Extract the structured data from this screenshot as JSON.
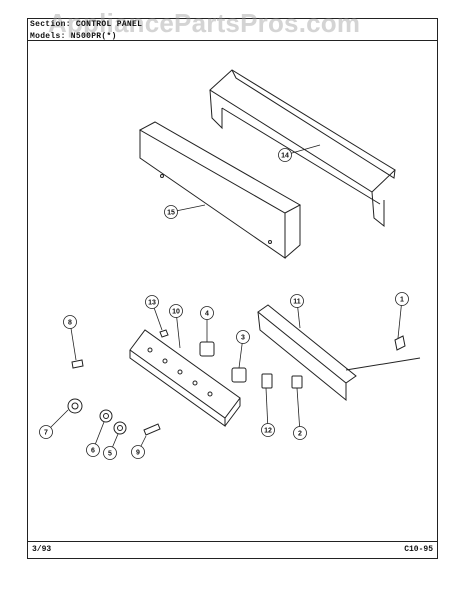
{
  "watermark": "AppliancePartsPros.com",
  "header": {
    "section_line": "Section: CONTROL PANEL",
    "models_line": "Models:  N500PR(*)"
  },
  "footer": {
    "date": "3/93",
    "page_code": "C10-95"
  },
  "callouts": [
    "1",
    "2",
    "3",
    "4",
    "5",
    "6",
    "7",
    "8",
    "9",
    "10",
    "11",
    "12",
    "13",
    "14",
    "15"
  ]
}
